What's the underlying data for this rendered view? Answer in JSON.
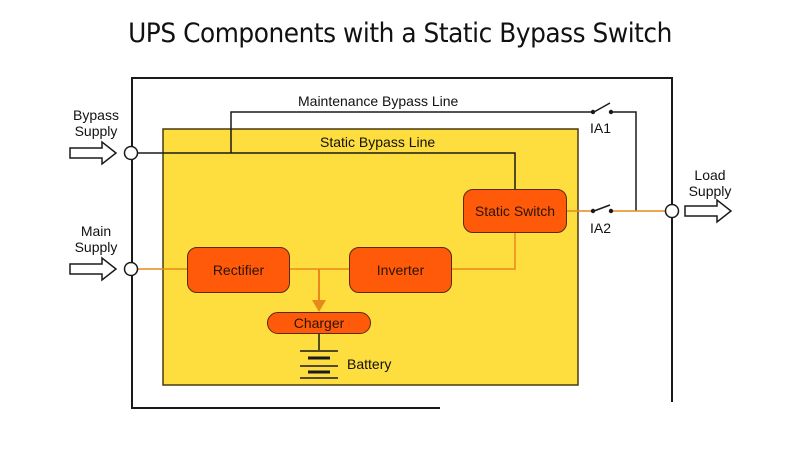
{
  "title": "UPS Components with a Static Bypass Switch",
  "labels": {
    "bypass_supply": [
      "Bypass",
      "Supply"
    ],
    "main_supply": [
      "Main",
      "Supply"
    ],
    "load_supply": [
      "Load",
      "Supply"
    ],
    "maintenance_bypass_line": "Maintenance Bypass Line",
    "static_bypass_line": "Static Bypass Line",
    "ia1": "IA1",
    "ia2": "IA2",
    "battery": "Battery"
  },
  "components": {
    "rectifier": "Rectifier",
    "inverter": "Inverter",
    "charger": "Charger",
    "static_switch": "Static Switch"
  },
  "colors": {
    "yellow_panel": "#fedd3e",
    "component_fill": "#ff5a0a",
    "power_line": "#e8891a",
    "wire": "#1a1a1a"
  }
}
